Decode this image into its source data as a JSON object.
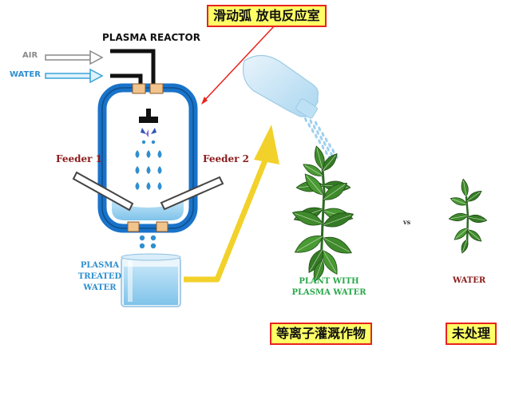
{
  "title_label": "PLASMA REACTOR",
  "callout_label": "滑动弧  放电反应室",
  "inputs": {
    "air": "AIR",
    "water": "WATER"
  },
  "feeders": {
    "left": "Feeder 1",
    "right": "Feeder 2"
  },
  "output_label": [
    "PLASMA",
    "TREATED",
    "WATER"
  ],
  "plant_treated_label": [
    "PLANT WITH",
    "PLASMA WATER"
  ],
  "vs_label": "vs",
  "plant_control_label": "WATER",
  "cn_treated": "等离子灌溉作物",
  "cn_control": "未处理",
  "colors": {
    "reactor_blue": "#1a73c9",
    "callout_red": "#e8231e",
    "arrow_yellow": "#f2d12a",
    "label_green": "#2aa84a",
    "label_darkred": "#8b1a1a",
    "label_blue": "#2f8fd0"
  }
}
